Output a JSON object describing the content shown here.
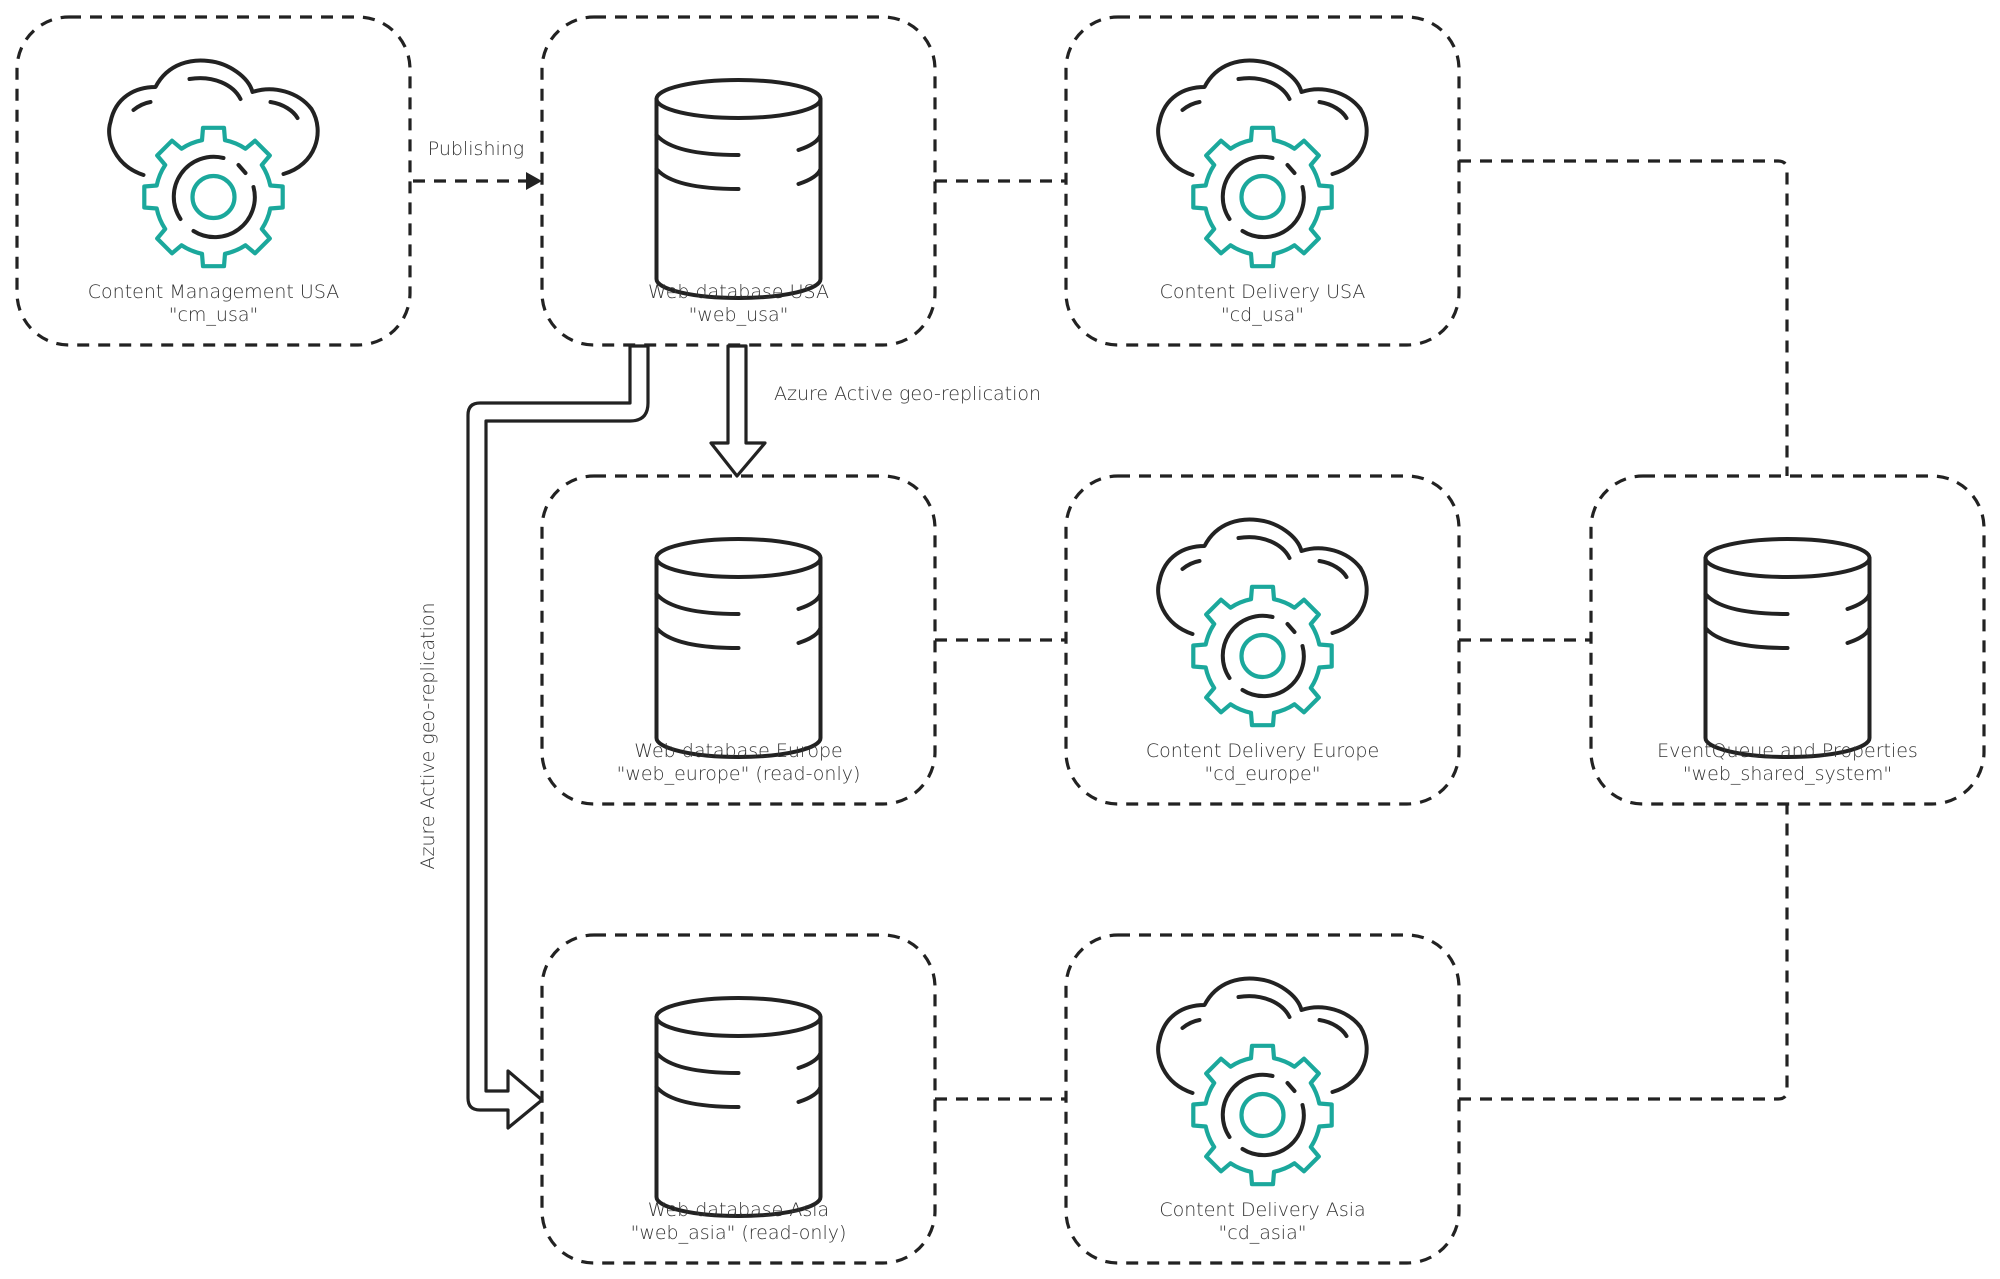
{
  "colors": {
    "accent": "#1ba89c",
    "ink": "#222222"
  },
  "nodes": [
    {
      "id": "cm_usa",
      "icon": "cloud-gear-icon",
      "title": "Content Management USA",
      "subtitle": "\"cm_usa\""
    },
    {
      "id": "web_usa",
      "icon": "database-icon",
      "title": "Web database USA",
      "subtitle": "\"web_usa\""
    },
    {
      "id": "cd_usa",
      "icon": "cloud-gear-icon",
      "title": "Content Delivery USA",
      "subtitle": "\"cd_usa\""
    },
    {
      "id": "web_europe",
      "icon": "database-icon",
      "title": "Web database Europe",
      "subtitle": "\"web_europe\" (read-only)"
    },
    {
      "id": "cd_europe",
      "icon": "cloud-gear-icon",
      "title": "Content Delivery Europe",
      "subtitle": "\"cd_europe\""
    },
    {
      "id": "web_shared_system",
      "icon": "database-icon",
      "title": "EventQueue and Properties",
      "subtitle": "\"web_shared_system\""
    },
    {
      "id": "web_asia",
      "icon": "database-icon",
      "title": "Web database Asia",
      "subtitle": "\"web_asia\" (read-only)"
    },
    {
      "id": "cd_asia",
      "icon": "cloud-gear-icon",
      "title": "Content Delivery Asia",
      "subtitle": "\"cd_asia\""
    }
  ],
  "edges": {
    "publishing": "Publishing",
    "geo_replication_europe": "Azure Active geo-replication",
    "geo_replication_asia": "Azure Active geo-replication"
  }
}
